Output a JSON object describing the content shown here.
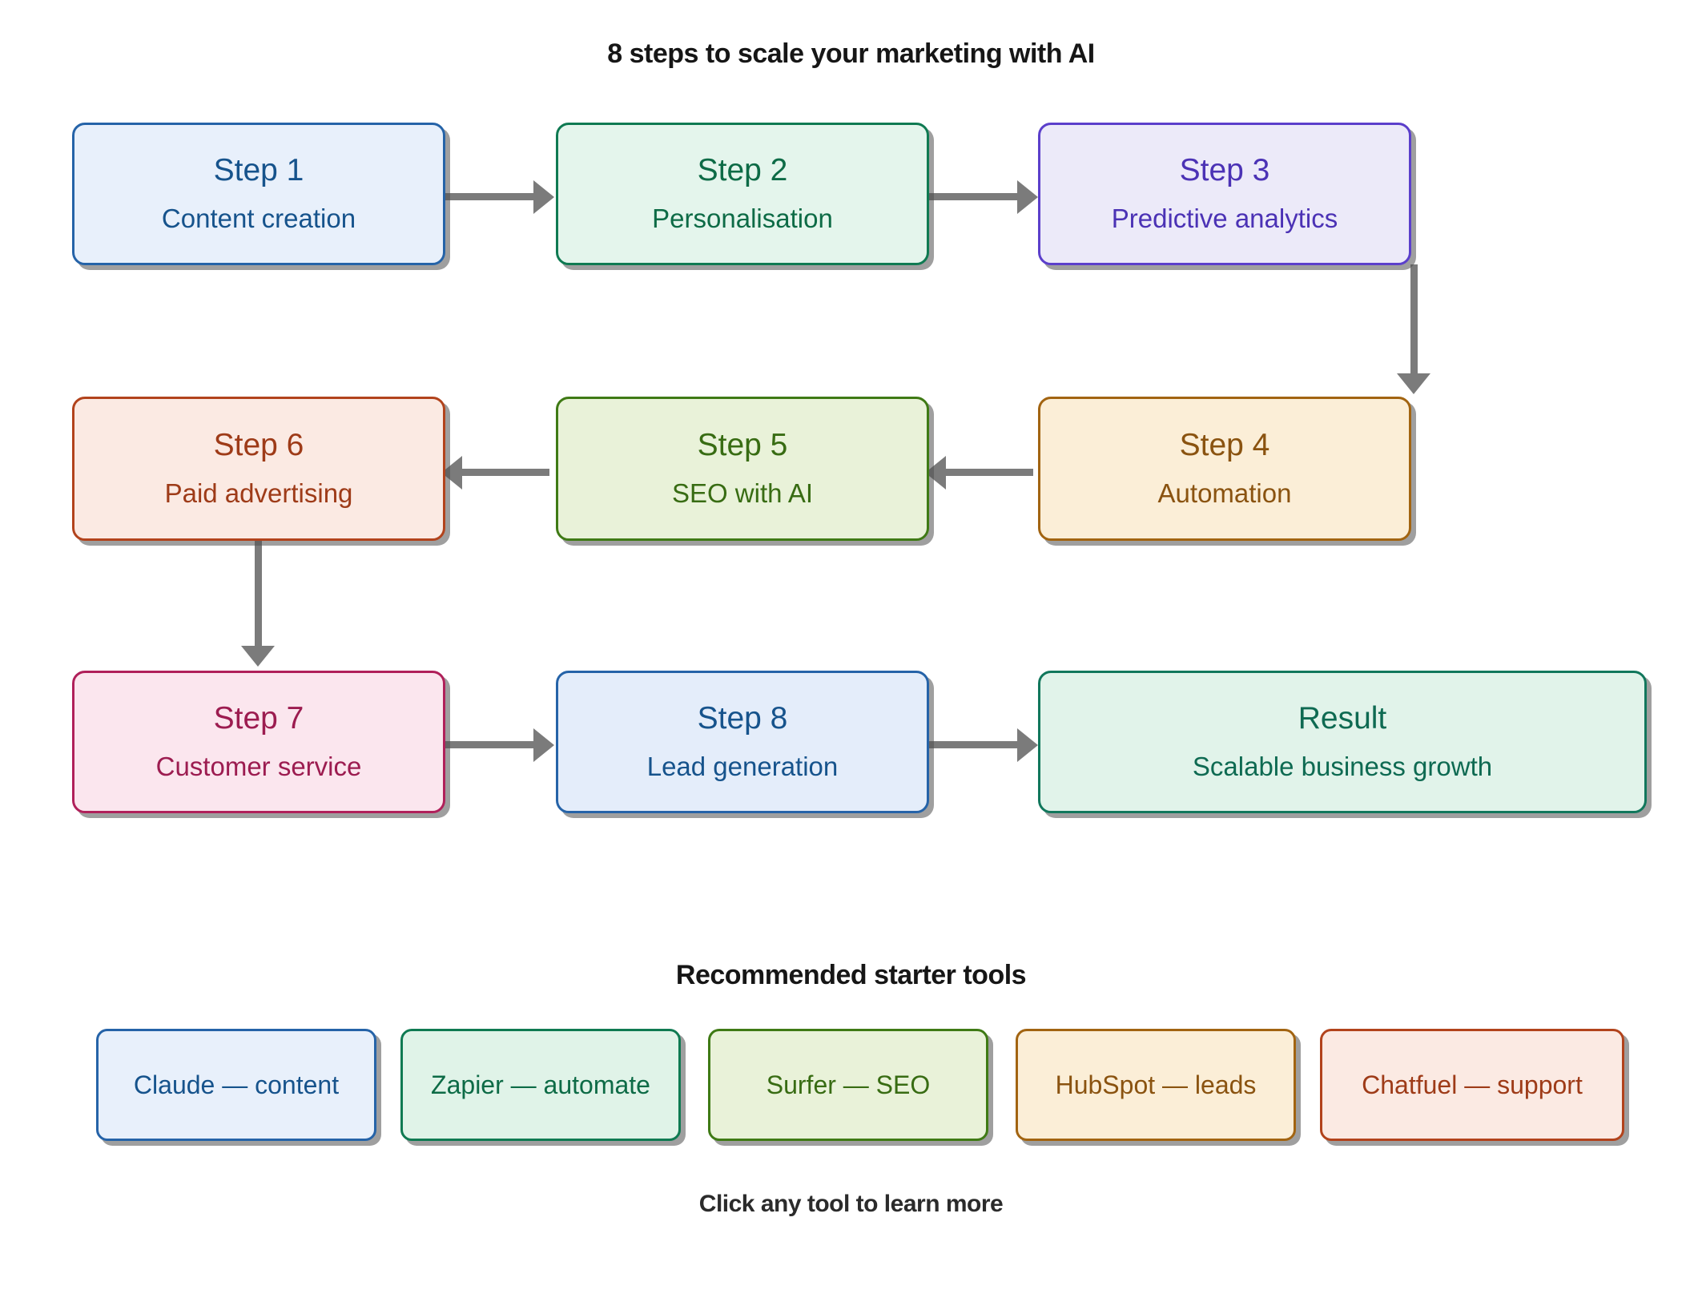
{
  "page": {
    "title": "8 steps to scale your marketing with AI",
    "tools_heading": "Recommended starter tools",
    "footer_caption": "Click any tool to learn more"
  },
  "flow": {
    "nodes": [
      {
        "id": "step-1",
        "title": "Step 1",
        "subtitle": "Content creation",
        "fill": "#e8f0fb",
        "border": "#2563a8",
        "text": "#16538c"
      },
      {
        "id": "step-2",
        "title": "Step 2",
        "subtitle": "Personalisation",
        "fill": "#e4f5ec",
        "border": "#0f7a52",
        "text": "#0d6b46"
      },
      {
        "id": "step-3",
        "title": "Step 3",
        "subtitle": "Predictive analytics",
        "fill": "#eceaf9",
        "border": "#5b3fcb",
        "text": "#4b32b5"
      },
      {
        "id": "step-4",
        "title": "Step 4",
        "subtitle": "Automation",
        "fill": "#fbeed7",
        "border": "#a26411",
        "text": "#8a5310"
      },
      {
        "id": "step-5",
        "title": "Step 5",
        "subtitle": "SEO with AI",
        "fill": "#e9f2d9",
        "border": "#3f7a15",
        "text": "#386c13"
      },
      {
        "id": "step-6",
        "title": "Step 6",
        "subtitle": "Paid advertising",
        "fill": "#fbeae3",
        "border": "#b2431c",
        "text": "#9e3b18"
      },
      {
        "id": "step-7",
        "title": "Step 7",
        "subtitle": "Customer service",
        "fill": "#fbe6ee",
        "border": "#b0205a",
        "text": "#9c1c50"
      },
      {
        "id": "step-8",
        "title": "Step 8",
        "subtitle": "Lead generation",
        "fill": "#e4edfa",
        "border": "#2563a8",
        "text": "#16538c"
      },
      {
        "id": "result",
        "title": "Result",
        "subtitle": "Scalable business growth",
        "fill": "#e1f3ea",
        "border": "#11775c",
        "text": "#0e6a52"
      }
    ],
    "connectors": [
      {
        "id": "step1-to-step2",
        "direction": "right"
      },
      {
        "id": "step2-to-step3",
        "direction": "right"
      },
      {
        "id": "step3-to-step4",
        "direction": "down"
      },
      {
        "id": "step4-to-step5",
        "direction": "left"
      },
      {
        "id": "step5-to-step6",
        "direction": "left"
      },
      {
        "id": "step6-to-step7",
        "direction": "down"
      },
      {
        "id": "step7-to-step8",
        "direction": "right"
      },
      {
        "id": "step8-to-result",
        "direction": "right"
      }
    ]
  },
  "tools": [
    {
      "id": "tool-claude",
      "label": "Claude — content",
      "fill": "#e8f0fb",
      "border": "#2563a8",
      "text": "#16538c"
    },
    {
      "id": "tool-zapier",
      "label": "Zapier — automate",
      "fill": "#e0f3e8",
      "border": "#0f7a52",
      "text": "#0d6b46"
    },
    {
      "id": "tool-surfer",
      "label": "Surfer — SEO",
      "fill": "#e9f2d9",
      "border": "#3f7a15",
      "text": "#386c13"
    },
    {
      "id": "tool-hubspot",
      "label": "HubSpot — leads",
      "fill": "#fbeed7",
      "border": "#a26411",
      "text": "#8a5310"
    },
    {
      "id": "tool-chatfuel",
      "label": "Chatfuel — support",
      "fill": "#fbeae3",
      "border": "#b2431c",
      "text": "#9e3b18"
    }
  ]
}
